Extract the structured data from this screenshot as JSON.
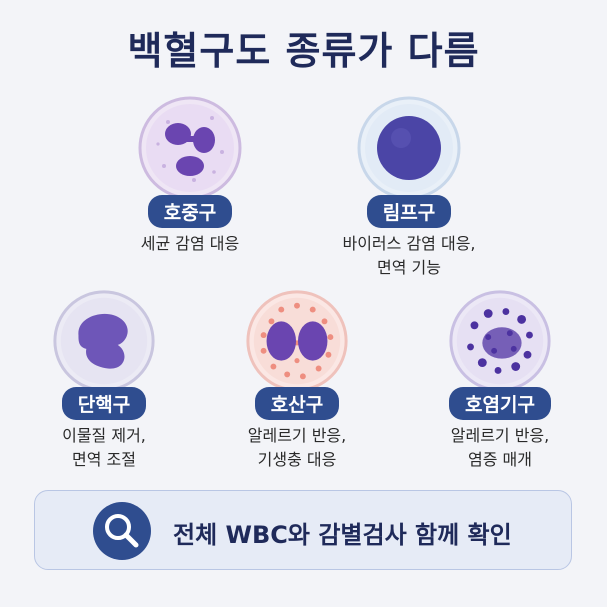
{
  "title": "백혈구도 종류가 다름",
  "cells": [
    {
      "name": "호중구",
      "desc": [
        "세균 감염 대응"
      ]
    },
    {
      "name": "림프구",
      "desc": [
        "바이러스 감염 대응,",
        "면역 기능"
      ]
    },
    {
      "name": "단핵구",
      "desc": [
        "이물질 제거,",
        "면역 조절"
      ]
    },
    {
      "name": "호산구",
      "desc": [
        "알레르기 반응,",
        "기생충 대응"
      ]
    },
    {
      "name": "호염기구",
      "desc": [
        "알레르기 반응,",
        "염증 매개"
      ]
    }
  ],
  "cta": {
    "icon": "search-icon",
    "text": "전체 WBC와 감별검사 함께 확인"
  },
  "colors": {
    "badge": "#2f4d8f",
    "title": "#1f2a5a",
    "nucleus": "#5a3ea8"
  }
}
